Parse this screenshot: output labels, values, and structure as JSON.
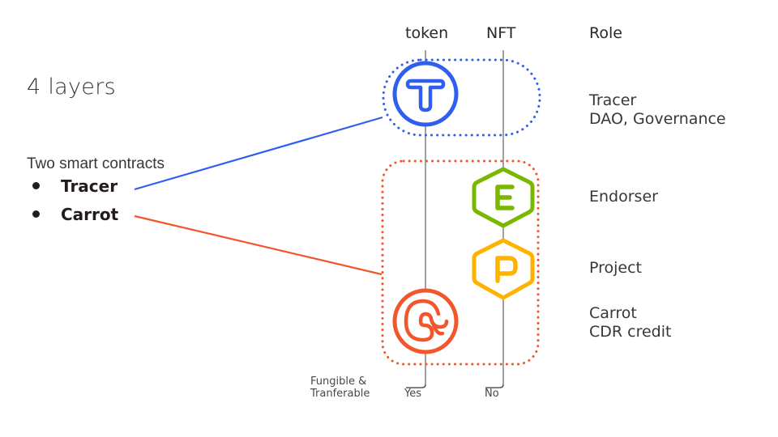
{
  "title": "4 layers",
  "subtitle": "Two smart contracts",
  "contracts": [
    {
      "label": "Tracer",
      "color": "#2f5ef0"
    },
    {
      "label": "Carrot",
      "color": "#f2562a"
    }
  ],
  "columns": {
    "token": "token",
    "nft": "NFT",
    "role": "Role"
  },
  "layers": [
    {
      "icon": "tracer-token-icon",
      "letter": "T",
      "role_line1": "Tracer",
      "role_line2": "DAO, Governance",
      "color": "#2f5ef0"
    },
    {
      "icon": "endorser-nft-icon",
      "letter": "E",
      "role_line1": "Endorser",
      "role_line2": "",
      "color": "#7ab800"
    },
    {
      "icon": "project-nft-icon",
      "letter": "P",
      "role_line1": "Project",
      "role_line2": "",
      "color": "#ffb300"
    },
    {
      "icon": "carrot-token-icon",
      "letter": "C",
      "role_line1": "Carrot",
      "role_line2": "CDR credit",
      "color": "#f2562a"
    }
  ],
  "footer": {
    "label_line1": "Fungible &",
    "label_line2": "Tranferable",
    "token_value": "Yes",
    "nft_value": "No"
  },
  "colors": {
    "axis_line": "#6e6e6e",
    "text": "#2e2a27"
  }
}
